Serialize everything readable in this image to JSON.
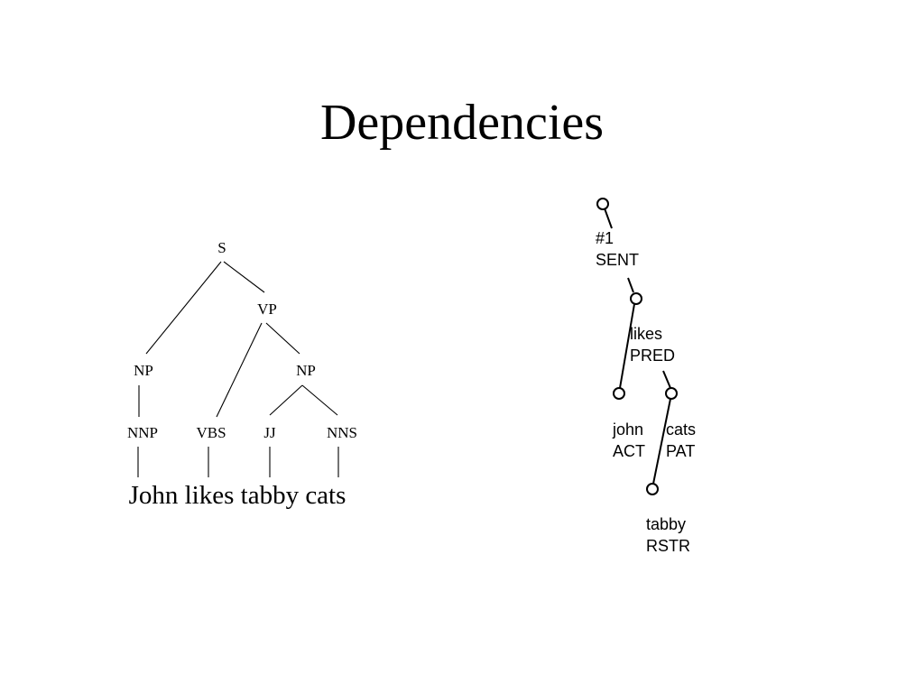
{
  "title": "Dependencies",
  "constituency_tree": {
    "labels": {
      "s": "S",
      "vp": "VP",
      "np_subject": "NP",
      "np_object": "NP",
      "nnp": "NNP",
      "vbs": "VBS",
      "jj": "JJ",
      "nns": "NNS"
    },
    "sentence": "John likes tabby cats"
  },
  "dependency_tree": {
    "nodes": [
      {
        "id": "root",
        "line1": "#1",
        "line2": "SENT"
      },
      {
        "id": "likes",
        "line1": "likes",
        "line2": "PRED"
      },
      {
        "id": "john",
        "line1": "john",
        "line2": "ACT"
      },
      {
        "id": "cats",
        "line1": "cats",
        "line2": "PAT"
      },
      {
        "id": "tabby",
        "line1": "tabby",
        "line2": "RSTR"
      }
    ]
  }
}
